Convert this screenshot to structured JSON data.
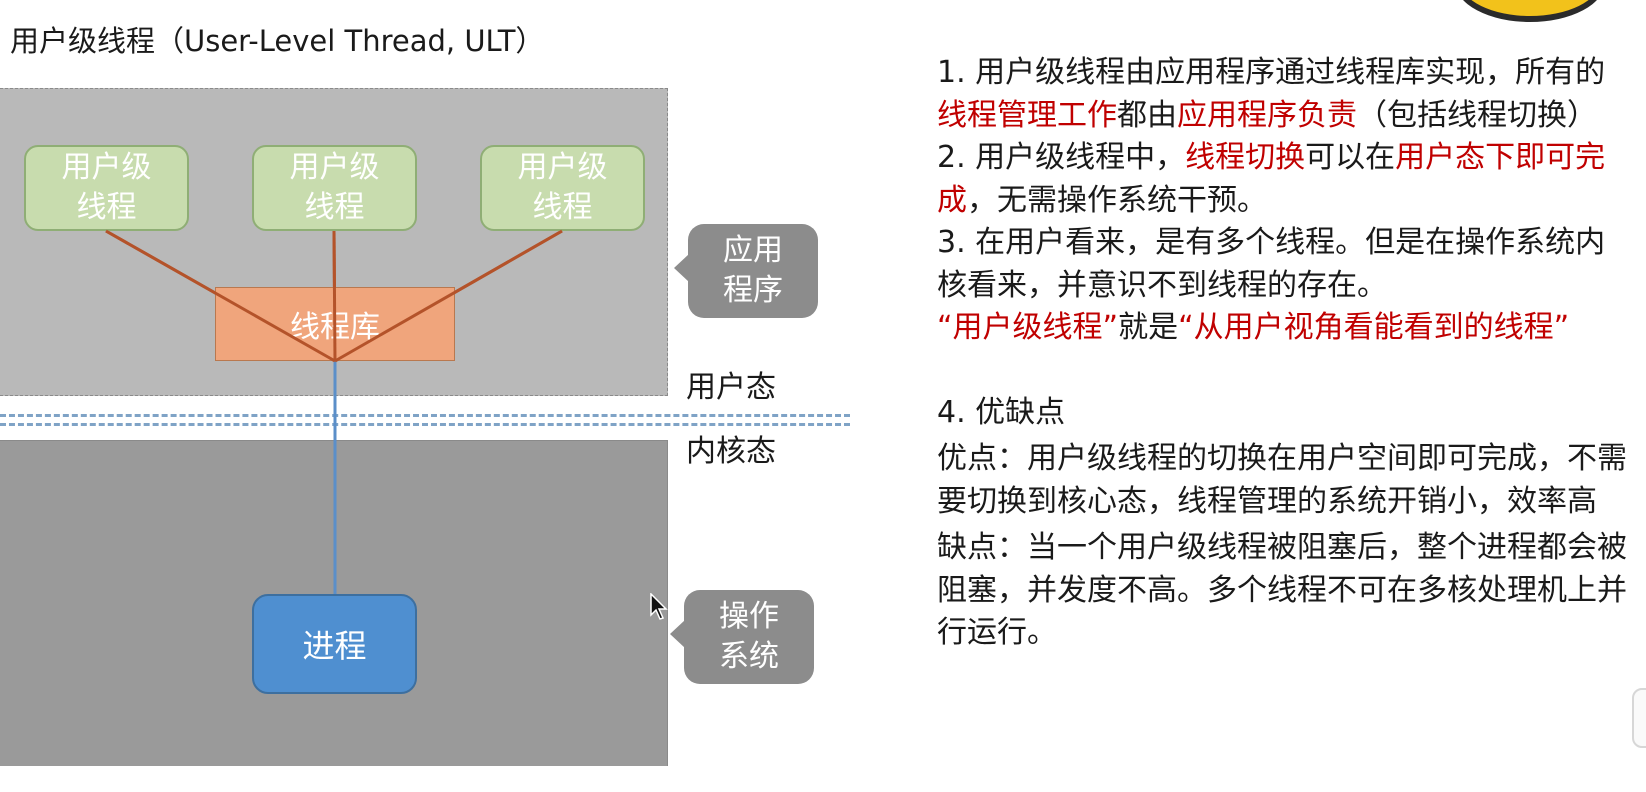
{
  "title": "用户级线程（User-Level Thread, ULT）",
  "diagram": {
    "user_threads": [
      "用户级\n线程",
      "用户级\n线程",
      "用户级\n线程"
    ],
    "thread_library": "线程库",
    "process": "进程",
    "callouts": {
      "application": "应用\n程序",
      "operating_system": "操作\n系统"
    },
    "modes": {
      "user": "用户态",
      "kernel": "内核态"
    },
    "colors": {
      "user_thread_fill": "#c8dcae",
      "thread_library_fill": "#f0a57c",
      "process_fill": "#4f8fd0",
      "thread_link": "#b4532a",
      "process_link": "#5b8fc9",
      "boundary": "#7fa3c6"
    }
  },
  "notes": {
    "p1": {
      "a": "1. 用户级线程由应用程序通过线程库实现，所有的",
      "b": "线程管理工作",
      "c": "都由",
      "d": "应用程序负责",
      "e": "（包括线程切换）"
    },
    "p2": {
      "a": "2. 用户级线程中，",
      "b": "线程切换",
      "c": "可以在",
      "d": "用户态下即可完成",
      "e": "，无需操作系统干预。"
    },
    "p3": {
      "a": "3. 在用户看来，是有多个线程。但是在操作系统内核看来，并意识不到线程的存在。",
      "b": "“用户级线程”",
      "c": "就是",
      "d": "“从用户视角看能看到的线程”"
    },
    "p4": {
      "title": "4. 优缺点",
      "pros": "优点：用户级线程的切换在用户空间即可完成，不需要切换到核心态，线程管理的系统开销小，效率高",
      "cons": "缺点：当一个用户级线程被阻塞后，整个进程都会被阻塞，并发度不高。多个线程不可在多核处理机上并行运行。"
    },
    "emphasis_color": "#c00000"
  }
}
